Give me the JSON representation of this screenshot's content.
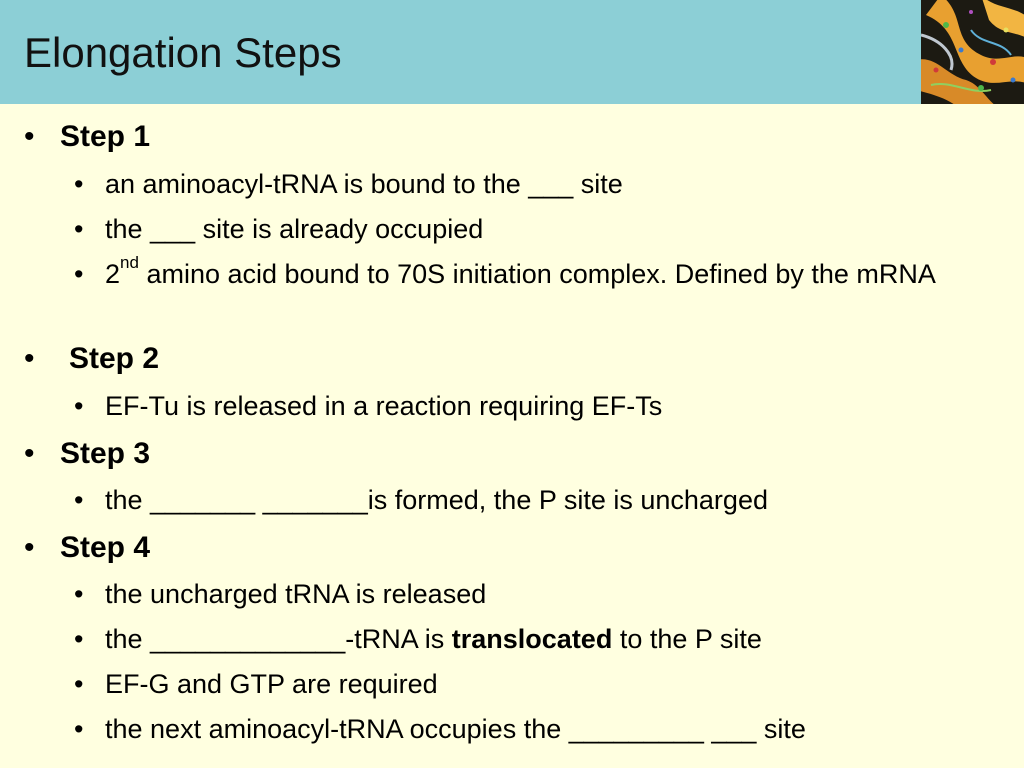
{
  "slide": {
    "title": "Elongation Steps",
    "bullet": "•",
    "step1": {
      "heading": "Step 1",
      "items": [
        "an aminoacyl-tRNA is bound to the ___ site",
        "the ___ site is already occupied"
      ],
      "item3_pre": "2",
      "item3_sup": "nd",
      "item3_post": " amino acid bound to 70S initiation complex. Defined by the mRNA"
    },
    "step2": {
      "heading": "Step 2",
      "items": [
        "EF-Tu is released in a reaction requiring EF-Ts"
      ]
    },
    "step3": {
      "heading": "Step 3",
      "items": [
        "the _______ _______is formed, the P site is uncharged"
      ]
    },
    "step4": {
      "heading": "Step 4",
      "item1": "the uncharged tRNA is released",
      "item2_pre": "the _____________-tRNA is ",
      "item2_bold": "translocated",
      "item2_post": " to the P site",
      "item3": "EF-G and GTP are required",
      "item4": "the next aminoacyl-tRNA occupies the _________ ___ site"
    }
  },
  "colors": {
    "header": "#8ccfd6",
    "background": "#ffffe0"
  },
  "decoration": {
    "header_image": "protein-ribbon-image"
  }
}
